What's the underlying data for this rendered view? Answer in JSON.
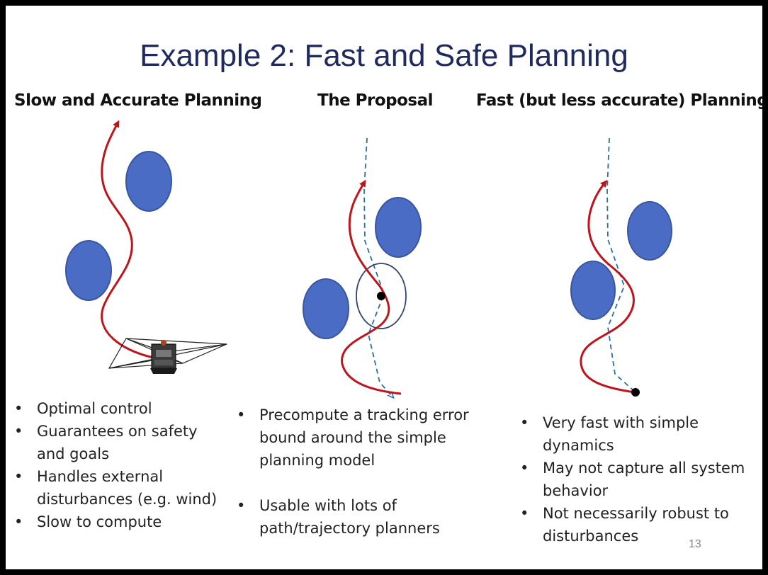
{
  "slide": {
    "title": "Example 2:  Fast and Safe Planning",
    "page_number": "13"
  },
  "columns": {
    "left": {
      "heading": "Slow and Accurate Planning",
      "bullets": [
        "Optimal control",
        "Guarantees on safety and goals",
        "Handles external disturbances (e.g. wind)",
        "Slow to compute"
      ]
    },
    "center": {
      "heading": "The Proposal",
      "bullets": [
        "Precompute a tracking error bound around the simple planning model",
        "Usable with lots of path/trajectory planners"
      ]
    },
    "right": {
      "heading": "Fast (but less accurate) Planning",
      "bullets": [
        "Very fast with simple dynamics",
        "May not capture all system behavior",
        "Not necessarily robust to disturbances"
      ]
    }
  },
  "colors": {
    "background": "#000000",
    "slide": "#ffffff",
    "title": "#1f2a5e",
    "obstacle_fill": "#4a6cc5",
    "obstacle_stroke": "#3a56a0",
    "trajectory": "#c0141c",
    "planned_path": "#2b6fa8",
    "error_bound": "#34466e",
    "vehicle": "#000000"
  },
  "icons": {
    "robot": "quadrotor-drone-icon"
  }
}
